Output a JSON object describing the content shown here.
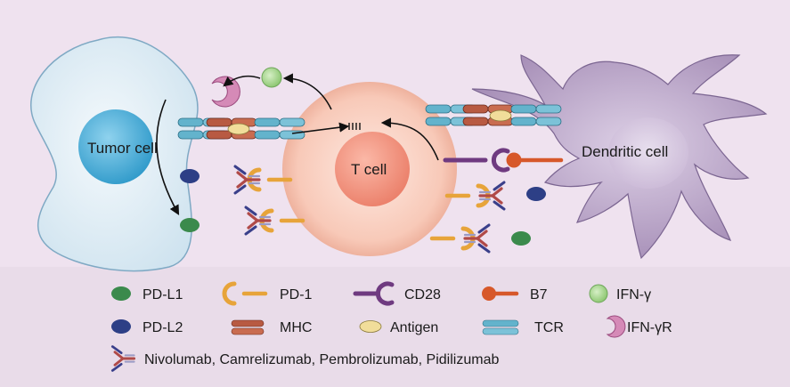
{
  "cells": {
    "tumor": "Tumor cell",
    "tcell": "T cell",
    "dendritic": "Dendritic cell"
  },
  "legend": {
    "pdl1": "PD-L1",
    "pd1": "PD-1",
    "cd28": "CD28",
    "b7": "B7",
    "ifng": "IFN-γ",
    "pdl2": "PD-L2",
    "mhc": "MHC",
    "antigen": "Antigen",
    "tcr": "TCR",
    "ifngr": "IFN-γR",
    "antibodies": "Nivolumab, Camrelizumab, Pembrolizumab, Pidilizumab"
  },
  "colors": {
    "background": "#eee1ee",
    "legend_background": "#e8dce8",
    "tumor_body": "#dcebf3",
    "tumor_nucleus": "#3aa9d6",
    "tcell_body": "#f6c3b2",
    "tcell_nucleus": "#ef8a74",
    "dendritic_body": "#b9a4c6",
    "pdl1": "#3b8a4c",
    "pdl2": "#2d3f86",
    "pd1": "#e7a43a",
    "cd28": "#6f3a80",
    "b7": "#d7582a",
    "ifng": "#a9d58f",
    "antigen": "#f1dd9a",
    "mhc": "#b85a42",
    "tcr": "#63b3cc",
    "ifngr": "#d58ab7"
  }
}
